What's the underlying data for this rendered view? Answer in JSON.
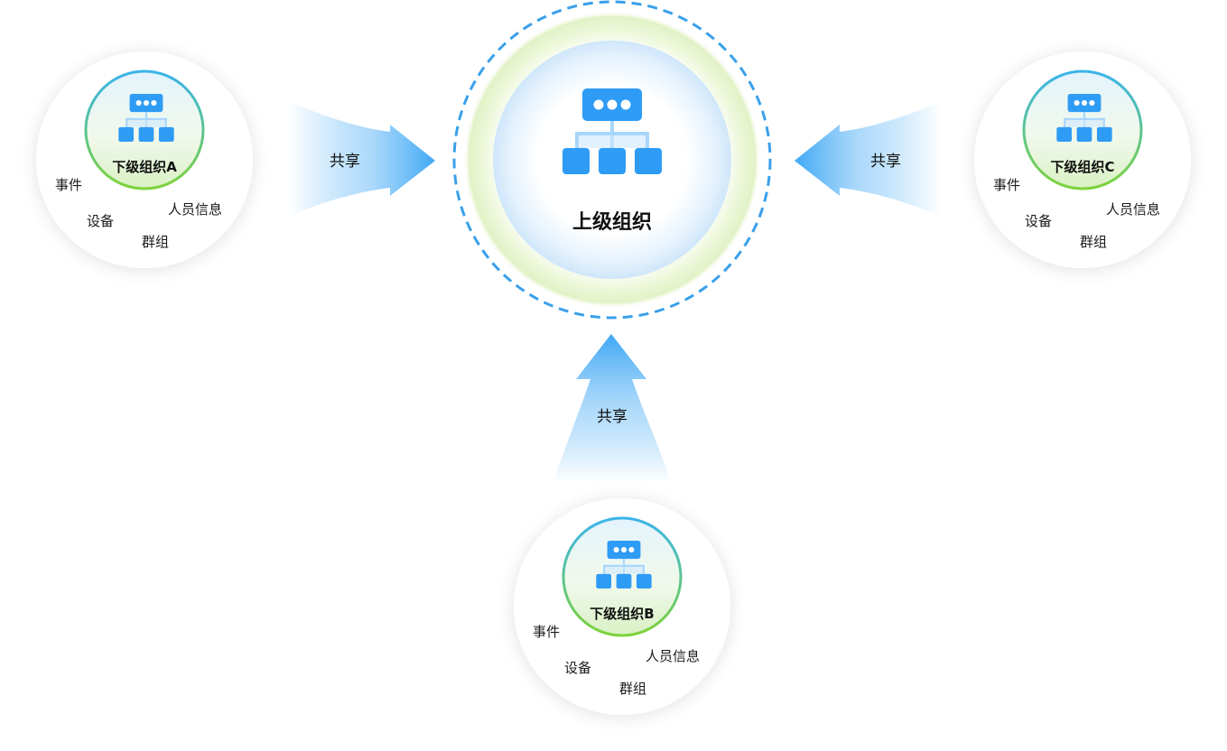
{
  "hub": {
    "title": "上级组织",
    "icon": "org-chart-icon"
  },
  "arrow_label": "共享",
  "nodes": [
    {
      "id": "a",
      "title": "下级组织A",
      "items": [
        "事件",
        "设备",
        "人员信息",
        "群组"
      ]
    },
    {
      "id": "b",
      "title": "下级组织B",
      "items": [
        "事件",
        "设备",
        "人员信息",
        "群组"
      ]
    },
    {
      "id": "c",
      "title": "下级组织C",
      "items": [
        "事件",
        "设备",
        "人员信息",
        "群组"
      ]
    }
  ],
  "colors": {
    "icon_blue": "#2e9cf5",
    "icon_light": "#a9d6fb",
    "dashed_ring": "#3aa0ea",
    "ring_green": "#cfe8a4",
    "node_ring_top": "#3ab4ea",
    "node_ring_bottom": "#7ed33a",
    "arrow": "#3fa8f5"
  }
}
